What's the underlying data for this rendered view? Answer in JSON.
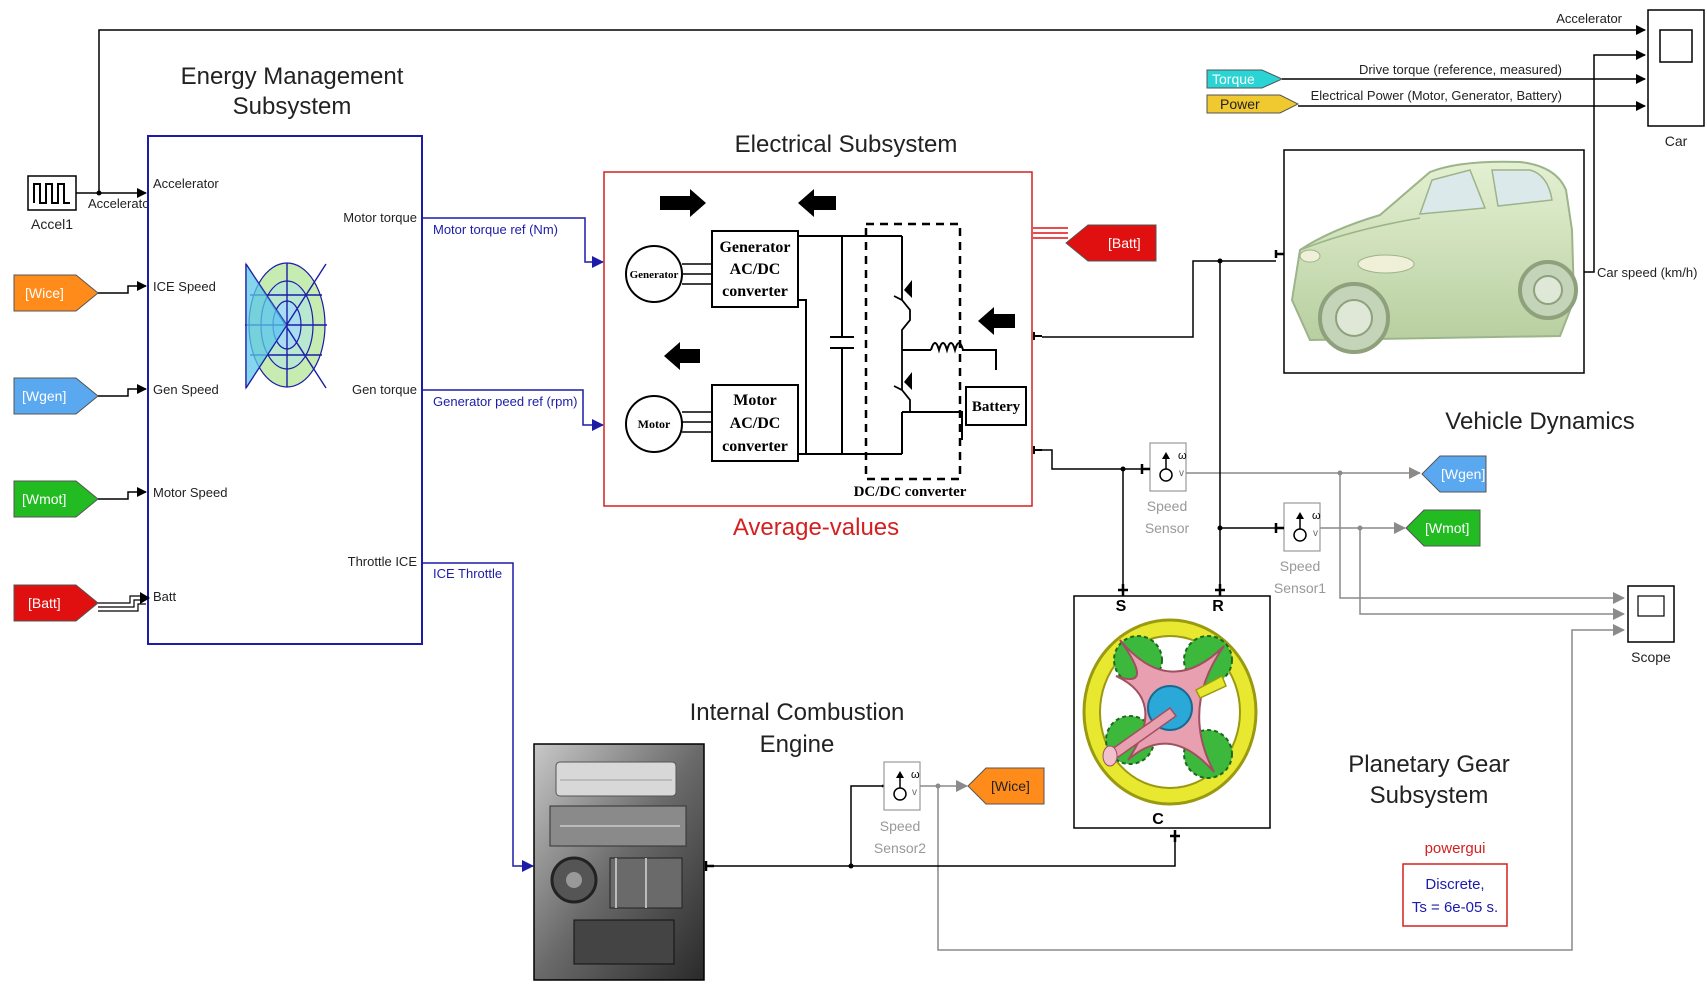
{
  "titles": {
    "energy_management": [
      "Energy Management",
      "Subsystem"
    ],
    "electrical": "Electrical Subsystem",
    "average_values": "Average-values",
    "vehicle_dynamics": "Vehicle Dynamics",
    "ice": [
      "Internal Combustion",
      "Engine"
    ],
    "planetary": [
      "Planetary Gear",
      "Subsystem"
    ]
  },
  "accel_source": {
    "label": "Accel1",
    "signal": "Accelerator"
  },
  "energy_management": {
    "inputs": [
      "Accelerator",
      "ICE Speed",
      "Gen Speed",
      "Motor Speed",
      "Batt"
    ],
    "outputs": [
      "Motor torque",
      "Gen torque",
      "Throttle ICE"
    ]
  },
  "goto_tags": {
    "wice": "[Wice]",
    "wgen": "[Wgen]",
    "wmot": "[Wmot]",
    "batt": "[Batt]",
    "torque": "Torque",
    "power": "Power"
  },
  "signals": {
    "motor_torque_ref": "Motor torque ref (Nm)",
    "generator_speed_ref": "Generator peed ref (rpm)",
    "ice_throttle": "ICE Throttle",
    "accelerator_top": "Accelerator",
    "drive_torque": "Drive torque (reference, measured)",
    "electrical_power": "Electrical Power (Motor, Generator, Battery)",
    "car_speed": "Car speed (km/h)"
  },
  "electrical": {
    "generator": "Generator",
    "motor": "Motor",
    "gen_converter": [
      "Generator",
      "AC/DC",
      "converter"
    ],
    "motor_converter": [
      "Motor",
      "AC/DC",
      "converter"
    ],
    "battery": "Battery",
    "dcdc": "DC/DC converter"
  },
  "sensors": {
    "speed_sensor": [
      "Speed",
      "Sensor"
    ],
    "speed_sensor1": [
      "Speed",
      "Sensor1"
    ],
    "speed_sensor2": [
      "Speed",
      "Sensor2"
    ],
    "omega": "ω",
    "v": "v"
  },
  "planetary_ports": {
    "s": "S",
    "r": "R",
    "c": "C"
  },
  "scopes": {
    "car": "Car",
    "scope": "Scope"
  },
  "powergui": {
    "label": "powergui",
    "lines": [
      "Discrete,",
      "Ts = 6e-05 s."
    ]
  },
  "colors": {
    "blue_signal": "#1c1ca8",
    "wice": "#ff8c1a",
    "wgen": "#5aa8f0",
    "wmot": "#22bb22",
    "batt": "#e01010",
    "torque": "#2ad4d4",
    "power": "#f0c830",
    "red_text": "#d42020"
  }
}
